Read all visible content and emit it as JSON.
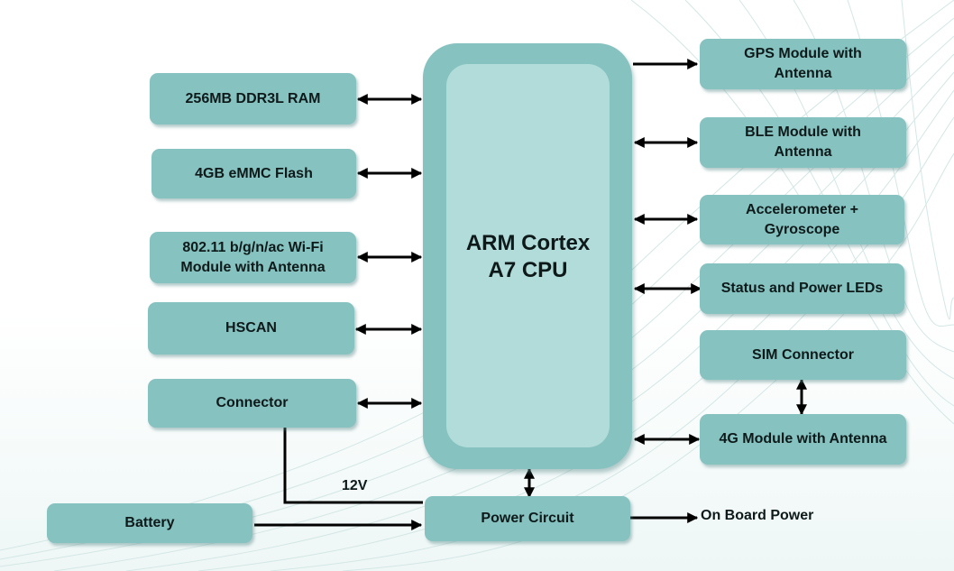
{
  "cpu": {
    "line1": "ARM Cortex",
    "line2": "A7 CPU"
  },
  "left_blocks": {
    "ram": "256MB DDR3L RAM",
    "flash": "4GB eMMC Flash",
    "wifi_line1": "802.11 b/g/n/ac Wi-Fi",
    "wifi_line2": "Module with Antenna",
    "hscan": "HSCAN",
    "connector": "Connector",
    "battery": "Battery"
  },
  "right_blocks": {
    "gps_line1": "GPS Module with",
    "gps_line2": "Antenna",
    "ble_line1": "BLE Module with",
    "ble_line2": "Antenna",
    "accel_line1": "Accelerometer +",
    "accel_line2": "Gyroscope",
    "leds": "Status and Power LEDs",
    "sim": "SIM Connector",
    "lte": "4G Module with Antenna"
  },
  "power": {
    "circuit": "Power Circuit",
    "voltage_label": "12V",
    "output_label": "On Board Power"
  },
  "colors": {
    "block_fill": "#86c2c0",
    "cpu_inner_fill": "#b1dcda",
    "connector_line": "#000000"
  }
}
